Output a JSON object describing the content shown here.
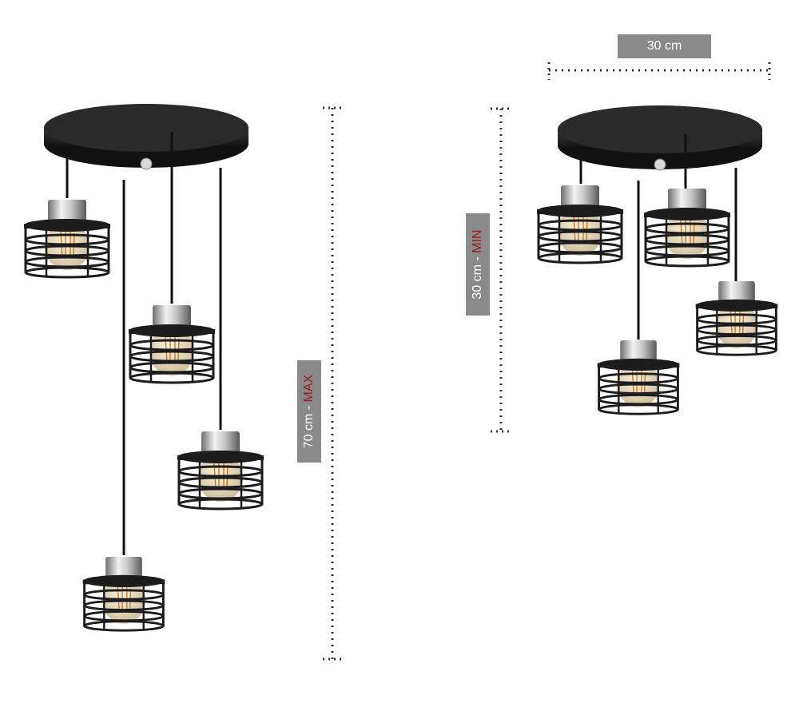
{
  "labels": {
    "width": "30 cm",
    "max_prefix": "70 cm - ",
    "max_suffix": "MAX",
    "min_prefix": "30 cm - ",
    "min_suffix": "MIN"
  },
  "colors": {
    "metal_black": "#1c1c1c",
    "chrome": "#b8b8b8",
    "label_bg": "#8a8a8a",
    "accent": "#9b1b1b",
    "bulb": "#e8d8b8",
    "filament": "#c8782a"
  },
  "icons": [
    "ceiling-canopy-icon",
    "cage-pendant-icon",
    "dimension-line-icon"
  ]
}
